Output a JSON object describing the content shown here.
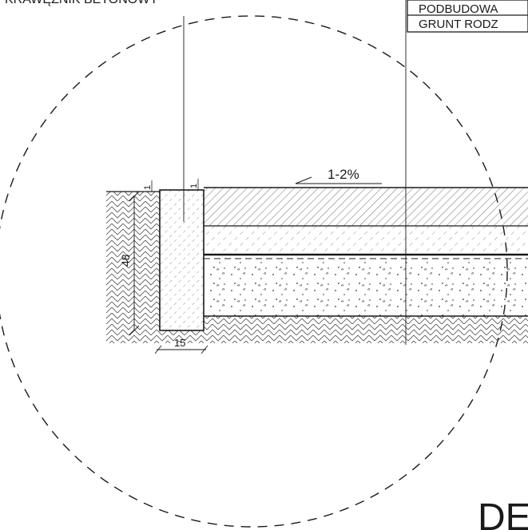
{
  "labels": {
    "kerb_label": "KRAWĘŻNIK BETONOWY",
    "legend_row1": "PODBUDOWA",
    "legend_row2": "GRUNT RODZ",
    "slope": "1-2%",
    "dim_height": "48",
    "dim_width": "15",
    "dim_top_left": "1",
    "dim_top_right": "1",
    "title_fragment": "DE"
  },
  "colors": {
    "ink": "#1a1a1a",
    "paper": "#ffffff"
  }
}
